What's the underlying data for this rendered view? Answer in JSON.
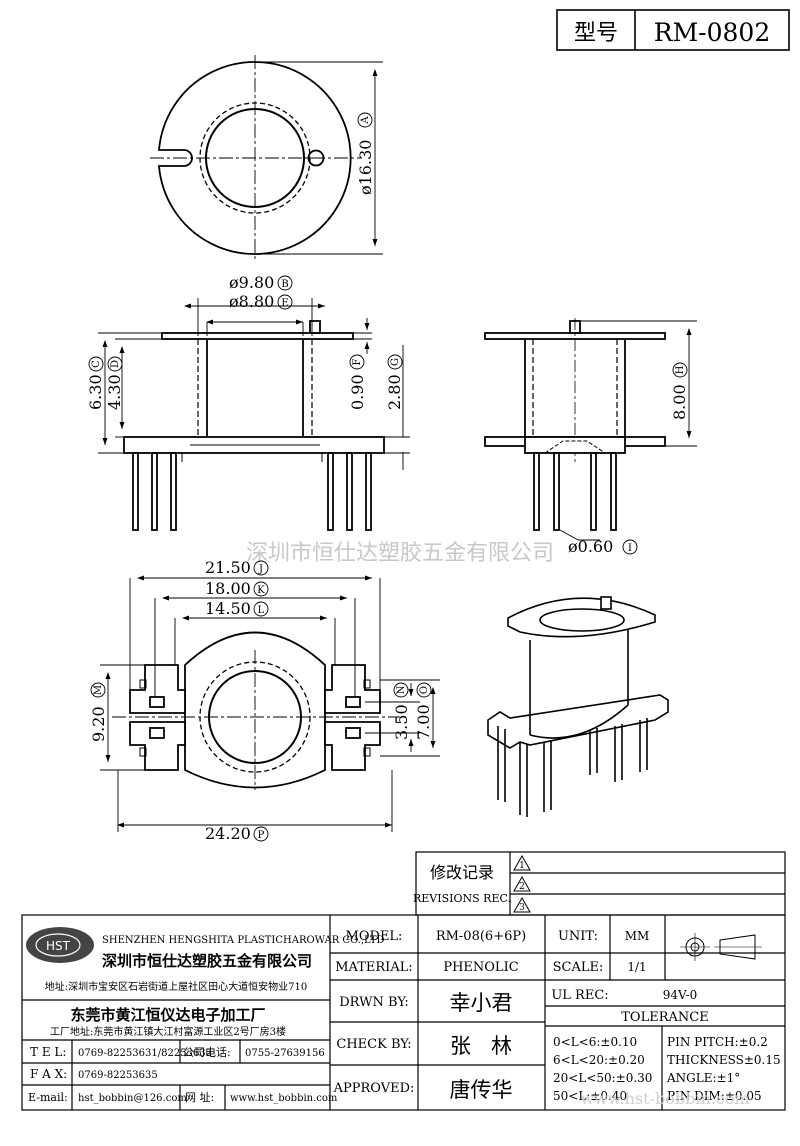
{
  "header": {
    "model_label": "型号",
    "model_value": "RM-0802"
  },
  "dimensions": {
    "A": "ø16.30",
    "A_mark": "A",
    "B": "ø9.80",
    "B_mark": "B",
    "E": "ø8.80",
    "E_mark": "E",
    "C": "6.30",
    "C_mark": "C",
    "D": "4.30",
    "D_mark": "D",
    "F": "0.90",
    "F_mark": "F",
    "G": "2.80",
    "G_mark": "G",
    "H": "8.00",
    "H_mark": "H",
    "I": "ø0.60",
    "I_mark": "I",
    "J": "21.50",
    "J_mark": "J",
    "K": "18.00",
    "K_mark": "K",
    "L": "14.50",
    "L_mark": "L",
    "M": "9.20",
    "M_mark": "M",
    "N": "3.50",
    "N_mark": "N",
    "O": "7.00",
    "O_mark": "O",
    "P": "24.20",
    "P_mark": "P"
  },
  "watermark": "深圳市恒仕达塑胶五金有限公司",
  "revisions": {
    "label_cn": "修改记录",
    "label_en": "REVISIONS REC.",
    "rows": [
      "1",
      "2",
      "3"
    ]
  },
  "company": {
    "logo": "HST",
    "name_en": "SHENZHEN HENGSHITA PLASTICHAROWAR CO.,LTD",
    "name_cn": "深圳市恒仕达塑胶五金有限公司",
    "address": "地址:深圳市宝安区石岩街道上屋社区田心大道恒安物业710",
    "factory_name": "东莞市黄江恒仪达电子加工厂",
    "factory_address": "工厂地址:东莞市黄江镇大江村富源工业区2号厂房3楼"
  },
  "contact": {
    "tel_label": "T E L:",
    "tel_value": "0769-82253631/82253632",
    "phone_label": "公司电话:",
    "phone_value": "0755-27639156",
    "fax_label": "F A X:",
    "fax_value": "0769-82253635",
    "email_label": "E-mail:",
    "email_value": "hst_bobbin@126.com",
    "web_label": "网 址:",
    "web_value": "www.hst_bobbin.com"
  },
  "spec": {
    "model_label": "MODEL:",
    "model_value": "RM-08(6+6P)",
    "material_label": "MATERIAL:",
    "material_value": "PHENOLIC",
    "drawn_label": "DRWN BY:",
    "drawn_value": "幸小君",
    "check_label": "CHECK BY:",
    "check_value": "张   林",
    "approved_label": "APPROVED:",
    "approved_value": "唐传华",
    "unit_label": "UNIT:",
    "unit_value": "MM",
    "scale_label": "SCALE:",
    "scale_value": "1/1",
    "ul_label": "UL REC:",
    "ul_value": "94V-0",
    "tolerance_label": "TOLERANCE",
    "tol_left": [
      "0<L<6:±0.10",
      "6<L<20:±0.20",
      "20<L<50:±0.30",
      "50<L:±0.40"
    ],
    "tol_right": [
      "PIN PITCH:±0.2",
      "THICKNESS±0.15",
      "ANGLE:±1°",
      "PIN DIM:±0.05"
    ]
  },
  "footer_watermark": "www.hst-bobbin.com"
}
